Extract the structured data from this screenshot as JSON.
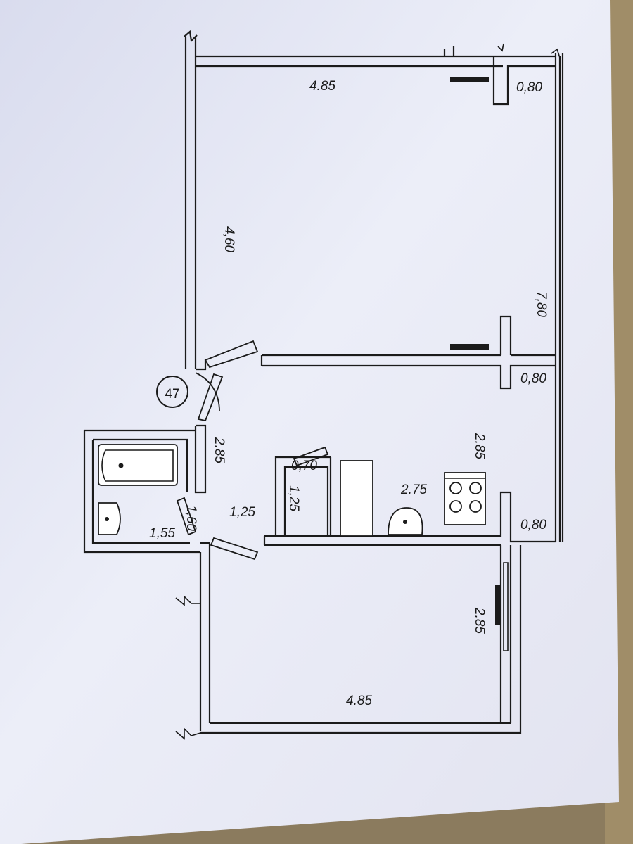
{
  "plan": {
    "unit_number": "47",
    "dims": {
      "top_room_width": "4.85",
      "top_room_height": "4,60",
      "top_right_nook": "0,80",
      "overall_height": "7,80",
      "middle_nook": "0,80",
      "kitchen_height": "2.85",
      "kitchen_width": "2.75",
      "kitchen_nook": "0,80",
      "bath_height": "2.85",
      "bath_width": "1,55",
      "bath_door_wall": "1,60",
      "hall_width": "1,25",
      "closet_width": "0,70",
      "closet_height": "1,25",
      "bottom_room_height": "2.85",
      "bottom_room_width": "4.85"
    }
  },
  "colors": {
    "paper": "#e9eaf6",
    "line": "#1b1b1b",
    "background": "#8a7a60"
  }
}
